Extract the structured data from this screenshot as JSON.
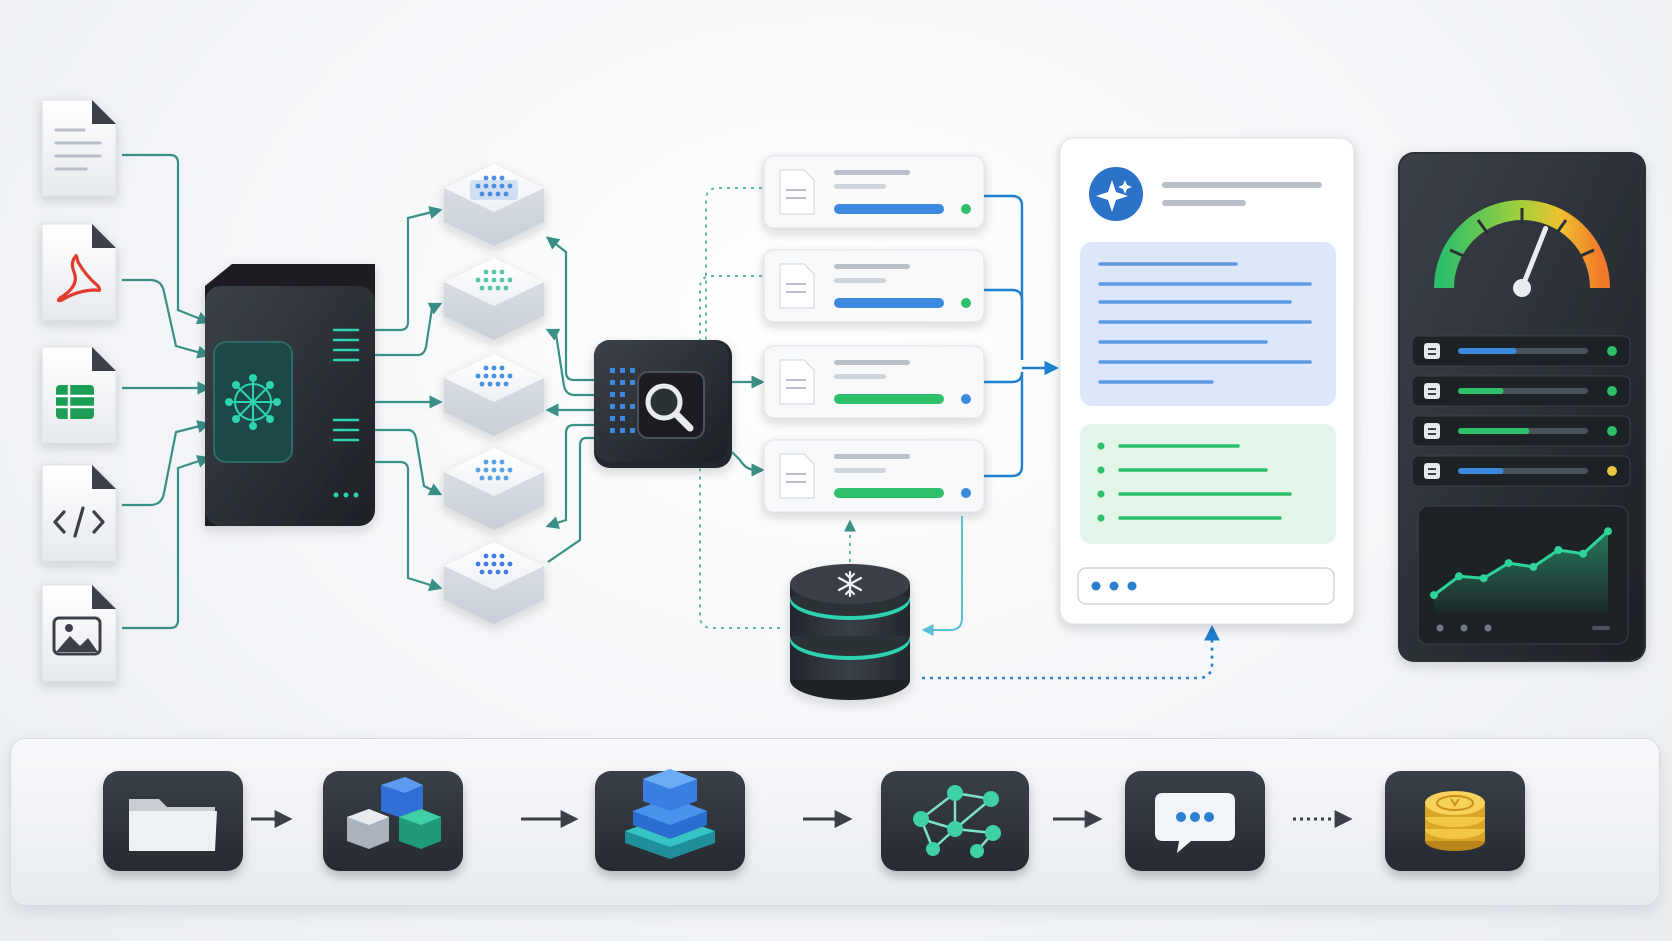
{
  "sources": [
    {
      "name": "text-document",
      "icon": "document-icon"
    },
    {
      "name": "pdf-document",
      "icon": "pdf-icon",
      "color": "#e03a2f"
    },
    {
      "name": "spreadsheet",
      "icon": "spreadsheet-icon",
      "color": "#1e9e57"
    },
    {
      "name": "code-file",
      "icon": "code-icon"
    },
    {
      "name": "image-file",
      "icon": "image-icon"
    }
  ],
  "processor": {
    "icon": "neural-network-icon",
    "accent": "#2fd3b0"
  },
  "chunks": {
    "count": 5,
    "colors": [
      "#4a8fe0",
      "#5cc4a8",
      "#4a8fe0",
      "#5aa0e6",
      "#3c7ee0"
    ]
  },
  "search_node": {
    "icon": "magnifier-icon"
  },
  "results": [
    {
      "bar_color": "#3a8ae0",
      "dot_color": "#2fbf6a",
      "fill": 0.78
    },
    {
      "bar_color": "#3a8ae0",
      "dot_color": "#2fbf6a",
      "fill": 0.78
    },
    {
      "bar_color": "#2fbf6a",
      "dot_color": "#3a8ae0",
      "fill": 0.78
    },
    {
      "bar_color": "#2fbf6a",
      "dot_color": "#3a8ae0",
      "fill": 0.78
    }
  ],
  "answer_panel": {
    "avatar_icon": "sparkle-icon",
    "input_dots": 3
  },
  "dashboard": {
    "gauge_level": 0.62,
    "meters": [
      {
        "fill": 0.45,
        "color": "#3a8ae0",
        "dot": "#2fbf6a"
      },
      {
        "fill": 0.35,
        "color": "#2fbf6a",
        "dot": "#2fbf6a"
      },
      {
        "fill": 0.55,
        "color": "#2fbf6a",
        "dot": "#2fbf6a"
      },
      {
        "fill": 0.35,
        "color": "#3a8ae0",
        "dot": "#e8c840"
      }
    ],
    "trend": [
      0.18,
      0.38,
      0.36,
      0.52,
      0.48,
      0.66,
      0.62,
      0.86
    ]
  },
  "cache": {
    "icon": "snowflake-icon",
    "accent": "#2ee6c0"
  },
  "pipeline": [
    {
      "name": "folder",
      "icon": "folder-icon"
    },
    {
      "name": "blocks",
      "icon": "cubes-icon"
    },
    {
      "name": "layers",
      "icon": "layers-icon"
    },
    {
      "name": "graph",
      "icon": "graph-icon"
    },
    {
      "name": "chat",
      "icon": "chat-icon"
    },
    {
      "name": "coins",
      "icon": "coins-icon"
    }
  ],
  "colors": {
    "teal": "#3a8f86",
    "blue": "#1f7fd1",
    "dashed_teal": "#5fb8a6",
    "dashed_blue": "#2a7fd0",
    "dark": "#2b3036"
  }
}
